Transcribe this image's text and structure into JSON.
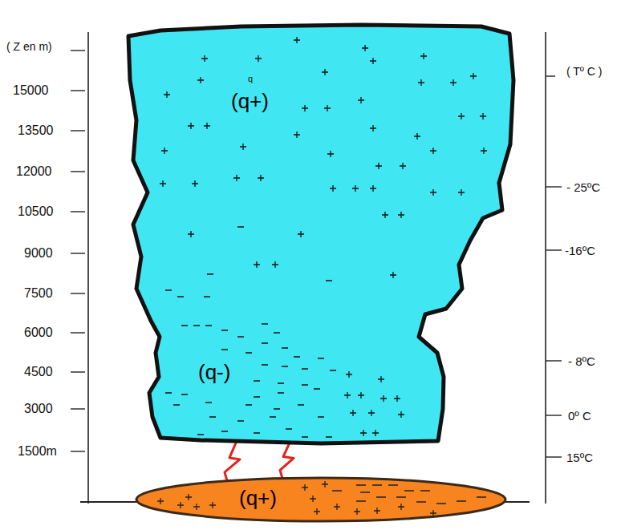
{
  "diagram": {
    "nodes": [
      {
        "text": [
          "(q+)",
          "(q-)"
        ]
      },
      {
        "text": [
          "(q+)"
        ]
      }
    ],
    "edges": [
      {
        "from": 0,
        "to": 1,
        "arrow": "none"
      },
      {
        "from": 0,
        "to": 1,
        "arrow": "none"
      }
    ],
    "labels": [
      "( Z en m)",
      "15000",
      "13500",
      "12000",
      "10500",
      "9000",
      "7500",
      "6000",
      "4500",
      "3000",
      "1500m",
      "( Tº C )",
      "- 25ºC",
      "-16ºC",
      "- 8ºC",
      "0º C",
      "15ºC",
      "q"
    ]
  }
}
